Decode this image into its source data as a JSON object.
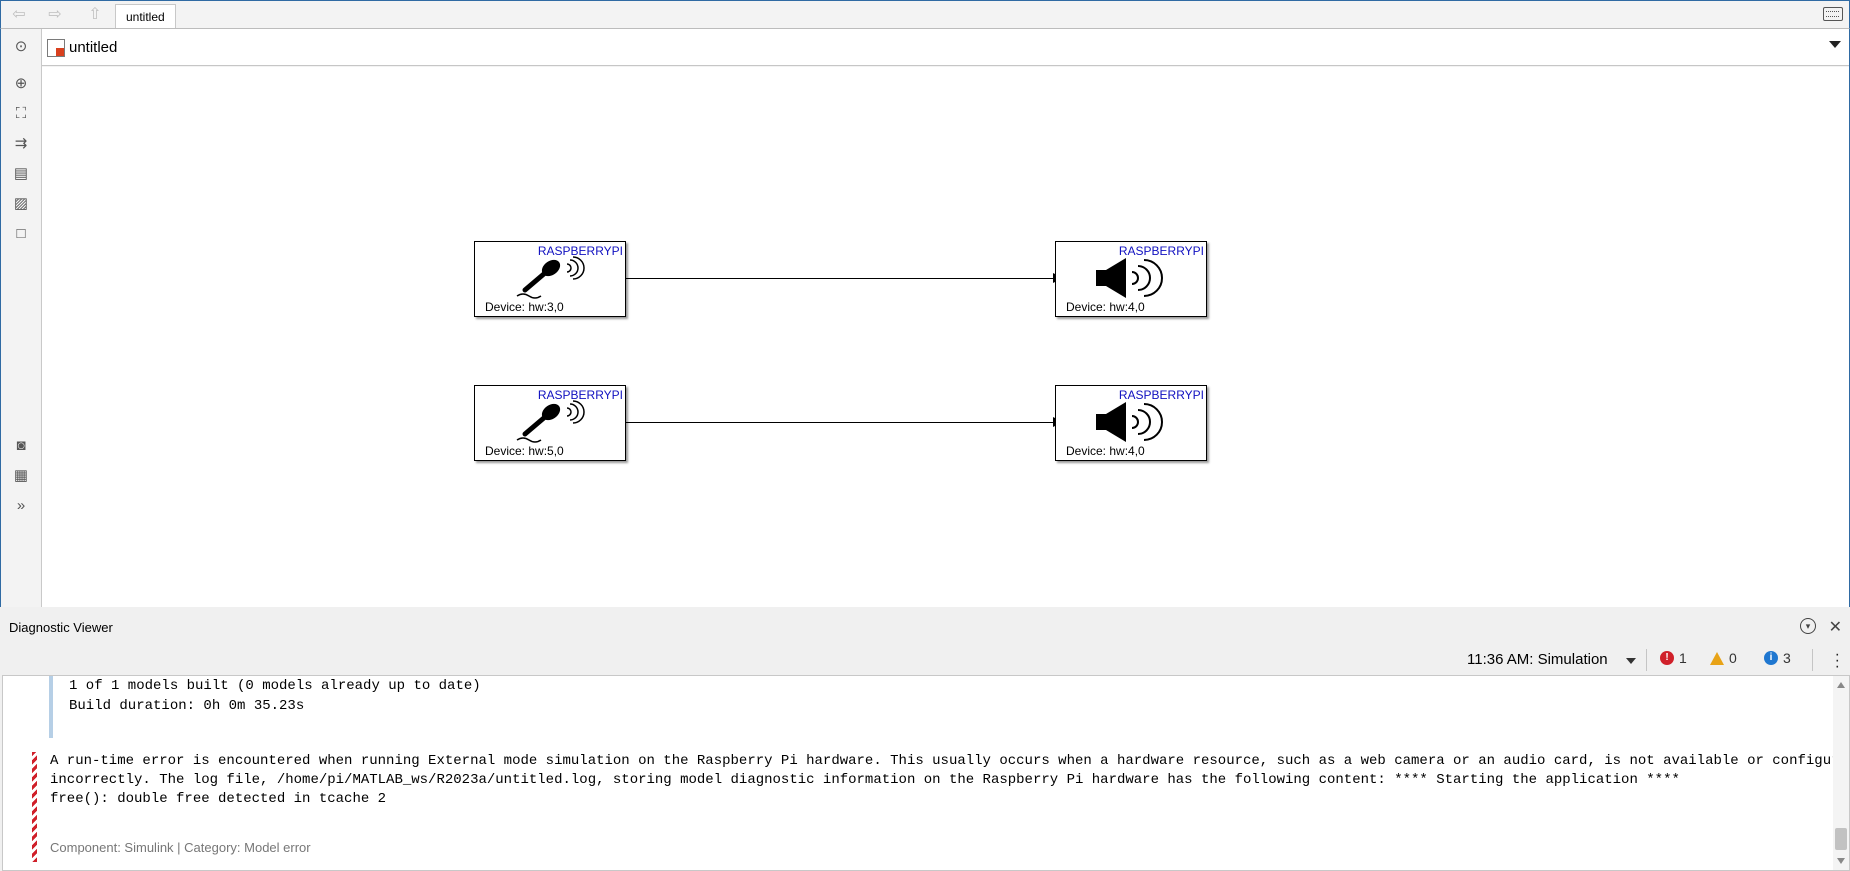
{
  "toolbar": {
    "tab_label": "untitled"
  },
  "address": {
    "model_name": "untitled"
  },
  "palette": {
    "icons": [
      "back-to-parent-icon",
      "zoom-icon",
      "fit-to-view-icon",
      "signal-routing-icon",
      "annotation-icon",
      "image-icon",
      "area-icon",
      "screenshot-icon",
      "property-inspector-icon",
      "expand-icon"
    ]
  },
  "blocks": [
    {
      "brand": "RASPBERRYPI",
      "device": "Device: hw:3,0",
      "type": "microphone"
    },
    {
      "brand": "RASPBERRYPI",
      "device": "Device: hw:4,0",
      "type": "speaker"
    },
    {
      "brand": "RASPBERRYPI",
      "device": "Device: hw:5,0",
      "type": "microphone"
    },
    {
      "brand": "RASPBERRYPI",
      "device": "Device: hw:4,0",
      "type": "speaker"
    }
  ],
  "diagnostics": {
    "title": "Diagnostic Viewer",
    "run": "11:36 AM: Simulation",
    "error_count": "1",
    "warning_count": "0",
    "info_count": "3",
    "build_lines": [
      "1 of 1 models built (0 models already up to date)",
      "Build duration: 0h 0m 35.23s"
    ],
    "error_lines": [
      "A run-time error is encountered when running External mode simulation on the Raspberry Pi hardware. This usually occurs when a hardware resource, such as a web camera or an audio card, is not available or configured",
      "incorrectly. The log file, /home/pi/MATLAB_ws/R2023a/untitled.log, storing model diagnostic information on the Raspberry Pi hardware has the following content: **** Starting the application ****",
      "free(): double free detected in tcache 2"
    ],
    "error_meta": "Component:  Simulink | Category:  Model error",
    "colors": {
      "error": "#d0202a",
      "warning": "#e8a317",
      "info": "#1f77d0"
    }
  }
}
